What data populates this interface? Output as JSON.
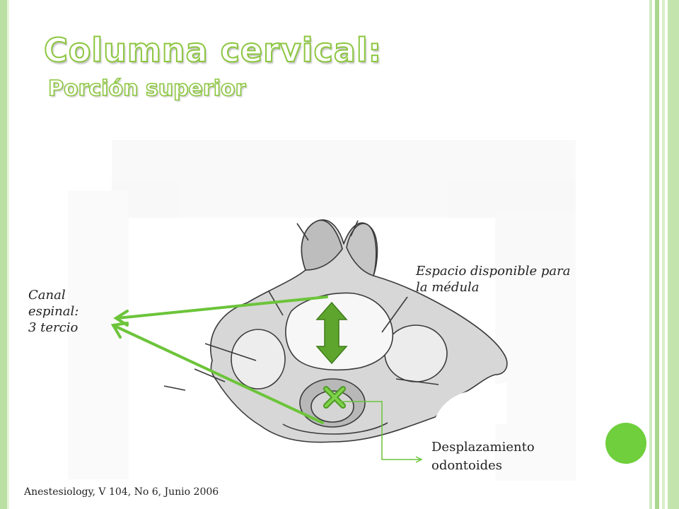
{
  "slide": {
    "title": "Columna cervical:",
    "subtitle": "Porción superior",
    "labels": {
      "canal_line1": "Canal",
      "canal_line2": "espinal:",
      "canal_line3": "3 tercio",
      "espacio_line1": "Espacio disponible para",
      "espacio_line2": "la médula",
      "desplazamiento_line1": "Desplazamiento",
      "desplazamiento_line2": "odontoides"
    },
    "citation": "Anestesiology, V 104, No 6, Junio 2006"
  },
  "colors": {
    "accent_green": "#6cc43a",
    "frame_green": "#b9dfa3",
    "title_outline": "#8cc63f"
  },
  "icons": {
    "vertical_arrow": "double-headed-arrow-icon",
    "odontoid_marker": "cross-icon",
    "decoration": "green-circle-icon"
  }
}
